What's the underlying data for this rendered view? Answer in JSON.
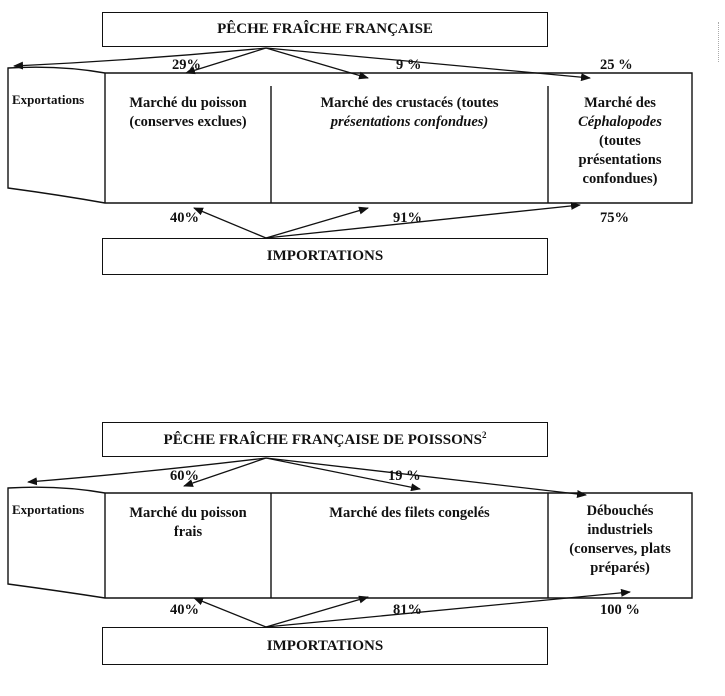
{
  "diagram1": {
    "source_title": "PÊCHE FRAÎCHE FRANÇAISE",
    "exports_label": "Exportations",
    "markets": [
      {
        "line1": "Marché du poisson",
        "line2": "(conserves exclues)"
      },
      {
        "line1": "Marché des crustacés (toutes",
        "line2": "présentations confondues)"
      },
      {
        "line1": "Marché des",
        "line2": "Céphalopodes",
        "line3": "(toutes",
        "line4": "présentations",
        "line5": "confondues)"
      }
    ],
    "domestic_pcts": [
      "29%",
      "9 %",
      "25 %"
    ],
    "import_pcts": [
      "40%",
      "91%",
      "75%"
    ],
    "imports_title": "IMPORTATIONS"
  },
  "diagram2": {
    "source_title": "PÊCHE FRAÎCHE FRANÇAISE DE POISSONS",
    "source_sup": "2",
    "exports_label": "Exportations",
    "markets": [
      {
        "line1": "Marché du poisson",
        "line2": "frais"
      },
      {
        "line1": "Marché des filets congelés"
      },
      {
        "line1": "Débouchés",
        "line2": "industriels",
        "line3": "(conserves, plats",
        "line4": "préparés)"
      }
    ],
    "domestic_pcts": [
      "60%",
      "19 %"
    ],
    "import_pcts": [
      "40%",
      "81%",
      "100 %"
    ],
    "imports_title": "IMPORTATIONS"
  }
}
